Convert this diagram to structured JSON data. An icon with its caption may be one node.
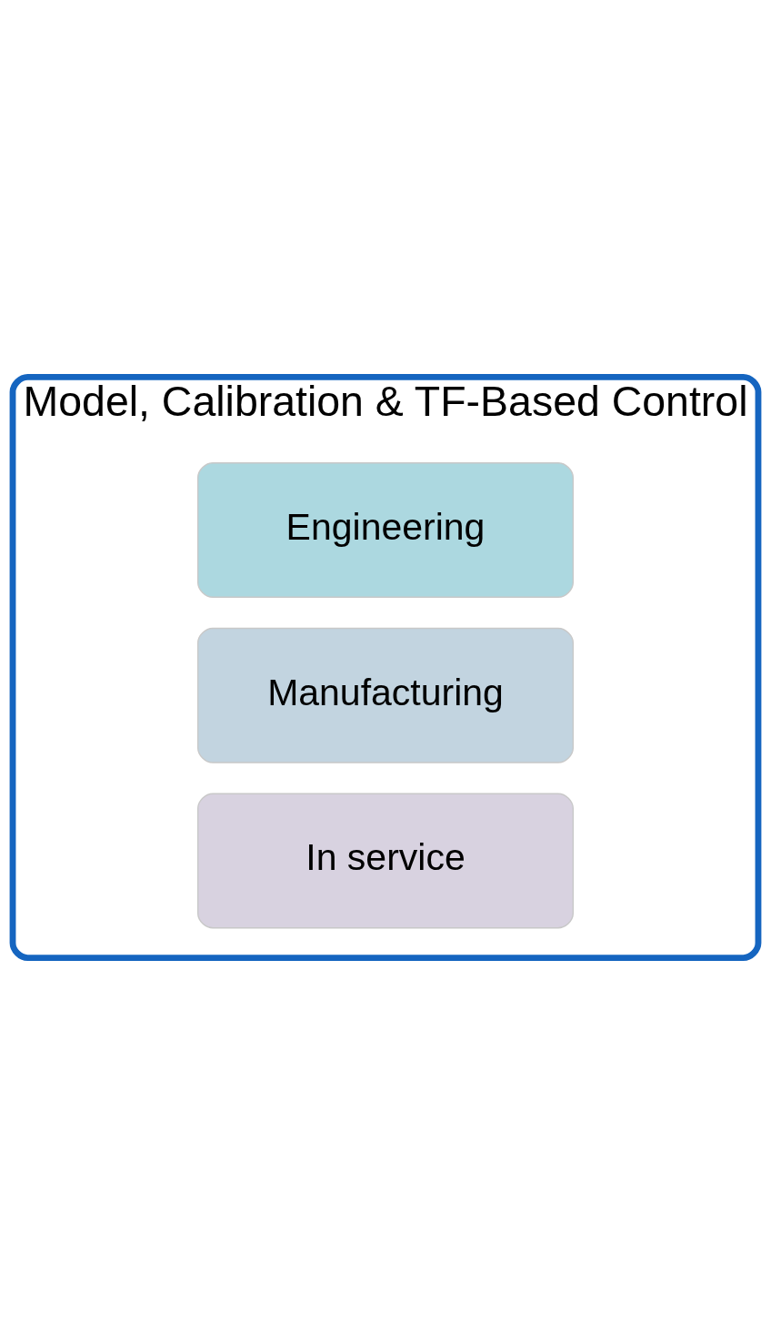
{
  "diagram": {
    "nodes": [
      {
        "text": [
          "Model, Calibration & TF-Based Control"
        ]
      },
      {
        "text": [
          "Engineering"
        ],
        "in": 0
      },
      {
        "text": [
          "Manufacturing"
        ],
        "in": 0
      },
      {
        "text": [
          "In service"
        ],
        "in": 0
      }
    ]
  }
}
